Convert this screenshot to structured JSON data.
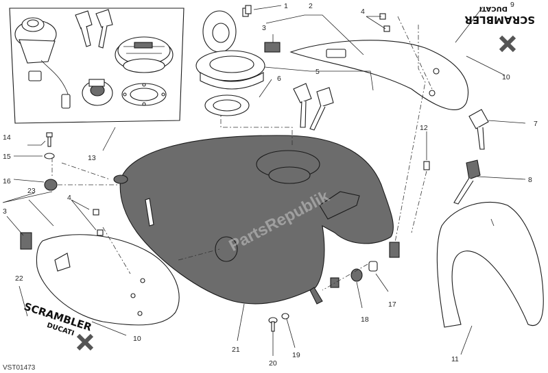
{
  "reference_code": "VST01473",
  "watermark": "PartsRepublik",
  "brand": {
    "line1": "SCRAMBLER",
    "line2": "DUCATI"
  },
  "callouts": [
    "1",
    "2",
    "3",
    "4",
    "5",
    "6",
    "7",
    "8",
    "9",
    "10",
    "11",
    "12",
    "13",
    "14",
    "15",
    "16",
    "17",
    "18",
    "19",
    "20",
    "21",
    "22",
    "23"
  ],
  "callouts_repeated": {
    "3": "3",
    "4": "4",
    "10": "10"
  }
}
